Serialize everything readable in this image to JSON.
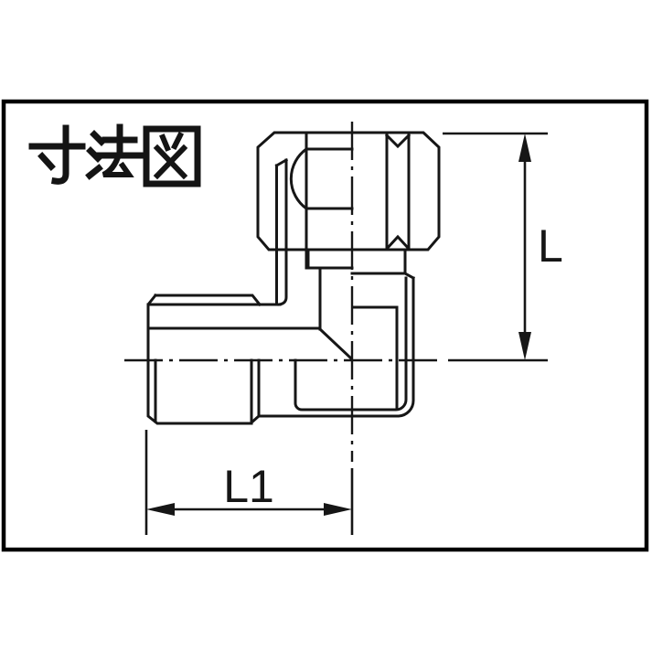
{
  "title": "寸法図",
  "dimension_labels": {
    "vertical": "L",
    "horizontal": "L1"
  },
  "colors": {
    "line_color": "#161616",
    "frame_color": "#000000",
    "background": "#ffffff"
  }
}
